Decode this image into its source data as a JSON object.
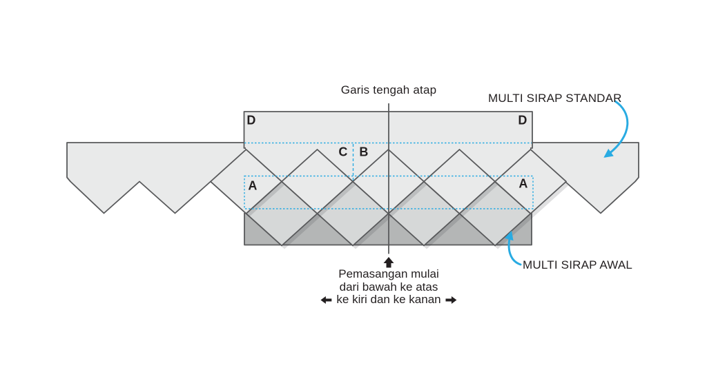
{
  "diagram": {
    "title": "Garis tengah atap",
    "labels": {
      "d_left": "D",
      "d_right": "D",
      "c": "C",
      "b": "B",
      "a_left": "A",
      "a_right": "A"
    },
    "callouts": {
      "standar": "MULTI SIRAP STANDAR",
      "awal": "MULTI SIRAP AWAL"
    },
    "instructions": {
      "line1": "Pemasangan mulai",
      "line2": "dari bawah ke atas",
      "line3": "ke kiri dan ke kanan"
    },
    "colors": {
      "accent": "#29abe2",
      "shingle_light": "#e9eaea",
      "shingle_medium": "#d6d8d8",
      "shingle_dark": "#b4b6b6",
      "outline": "#58595b",
      "text": "#231f20",
      "background": "#ffffff"
    }
  }
}
